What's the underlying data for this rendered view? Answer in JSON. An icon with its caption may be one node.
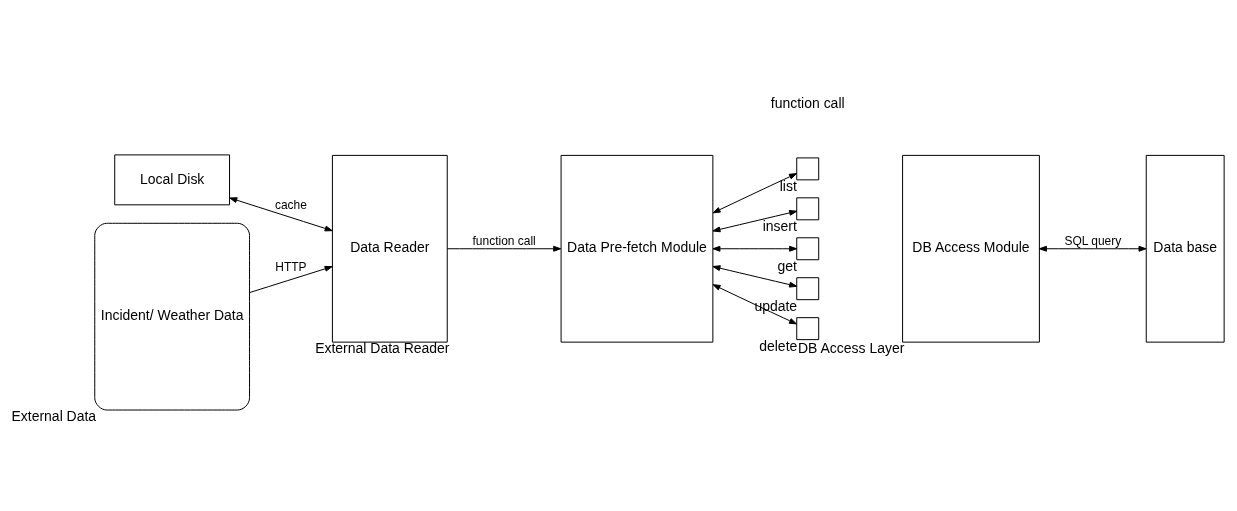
{
  "diagram": {
    "nodes": [
      {
        "text": [
          "Local Disk"
        ]
      },
      {
        "text": [
          "Incident/ Weather Data"
        ],
        "beside": [
          "External Data"
        ]
      },
      {
        "text": [
          "Data Reader"
        ],
        "beside": [
          "External Data Reader"
        ]
      },
      {
        "text": [
          "Data Pre-fetch Module"
        ]
      },
      {
        "text": [],
        "shape": "box",
        "beside": [
          "list"
        ]
      },
      {
        "text": [],
        "shape": "box",
        "beside": [
          "insert"
        ]
      },
      {
        "text": [],
        "shape": "box",
        "beside": [
          "get"
        ]
      },
      {
        "text": [],
        "shape": "box",
        "beside": [
          "update"
        ]
      },
      {
        "text": [],
        "shape": "box",
        "beside": [
          "delete"
        ]
      },
      {
        "text": [
          "DB Access Module"
        ],
        "beside": [
          "DB Access Layer"
        ]
      },
      {
        "text": [
          "Data base"
        ]
      }
    ],
    "edges": [
      {
        "from": 0,
        "to": 2,
        "arrow": "both",
        "label": "cache"
      },
      {
        "from": 1,
        "to": 2,
        "arrow": "to",
        "label": "HTTP"
      },
      {
        "from": 2,
        "to": 3,
        "arrow": "to",
        "label": "function call"
      },
      {
        "from": 3,
        "to": 4,
        "arrow": "both"
      },
      {
        "from": 3,
        "to": 5,
        "arrow": "both"
      },
      {
        "from": 3,
        "to": 6,
        "arrow": "both"
      },
      {
        "from": 3,
        "to": 7,
        "arrow": "both"
      },
      {
        "from": 3,
        "to": 8,
        "arrow": "both"
      },
      {
        "from": 9,
        "to": 10,
        "arrow": "both",
        "label": "SQL query"
      }
    ],
    "labels": [
      "function call"
    ]
  }
}
